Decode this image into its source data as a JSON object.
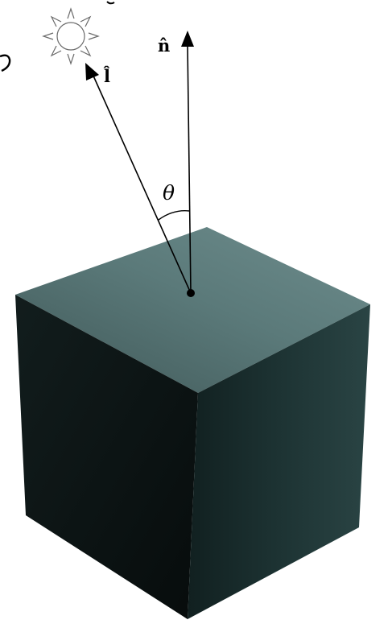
{
  "labels": {
    "normal_vector": "n̂",
    "light_vector": "l̂",
    "angle": "θ"
  },
  "icons": {
    "light_source": "sun-icon"
  },
  "colors": {
    "background": "#ffffff",
    "ink": "#000000",
    "cube_top_light": "#6b8888",
    "cube_top_dark": "#3f5757",
    "cube_left_face": "#0c1414",
    "cube_right_face": "#1d3131"
  }
}
